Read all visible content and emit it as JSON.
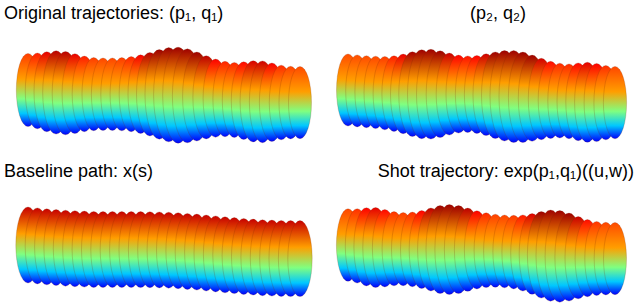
{
  "diagram": {
    "labels": [
      "Original trajectories: (p₁, q₁)",
      "(p₂, q₂)",
      "Baseline path: x(s)",
      "Shot trajectory: exp(p₁,q₁)((u,w))"
    ]
  }
}
